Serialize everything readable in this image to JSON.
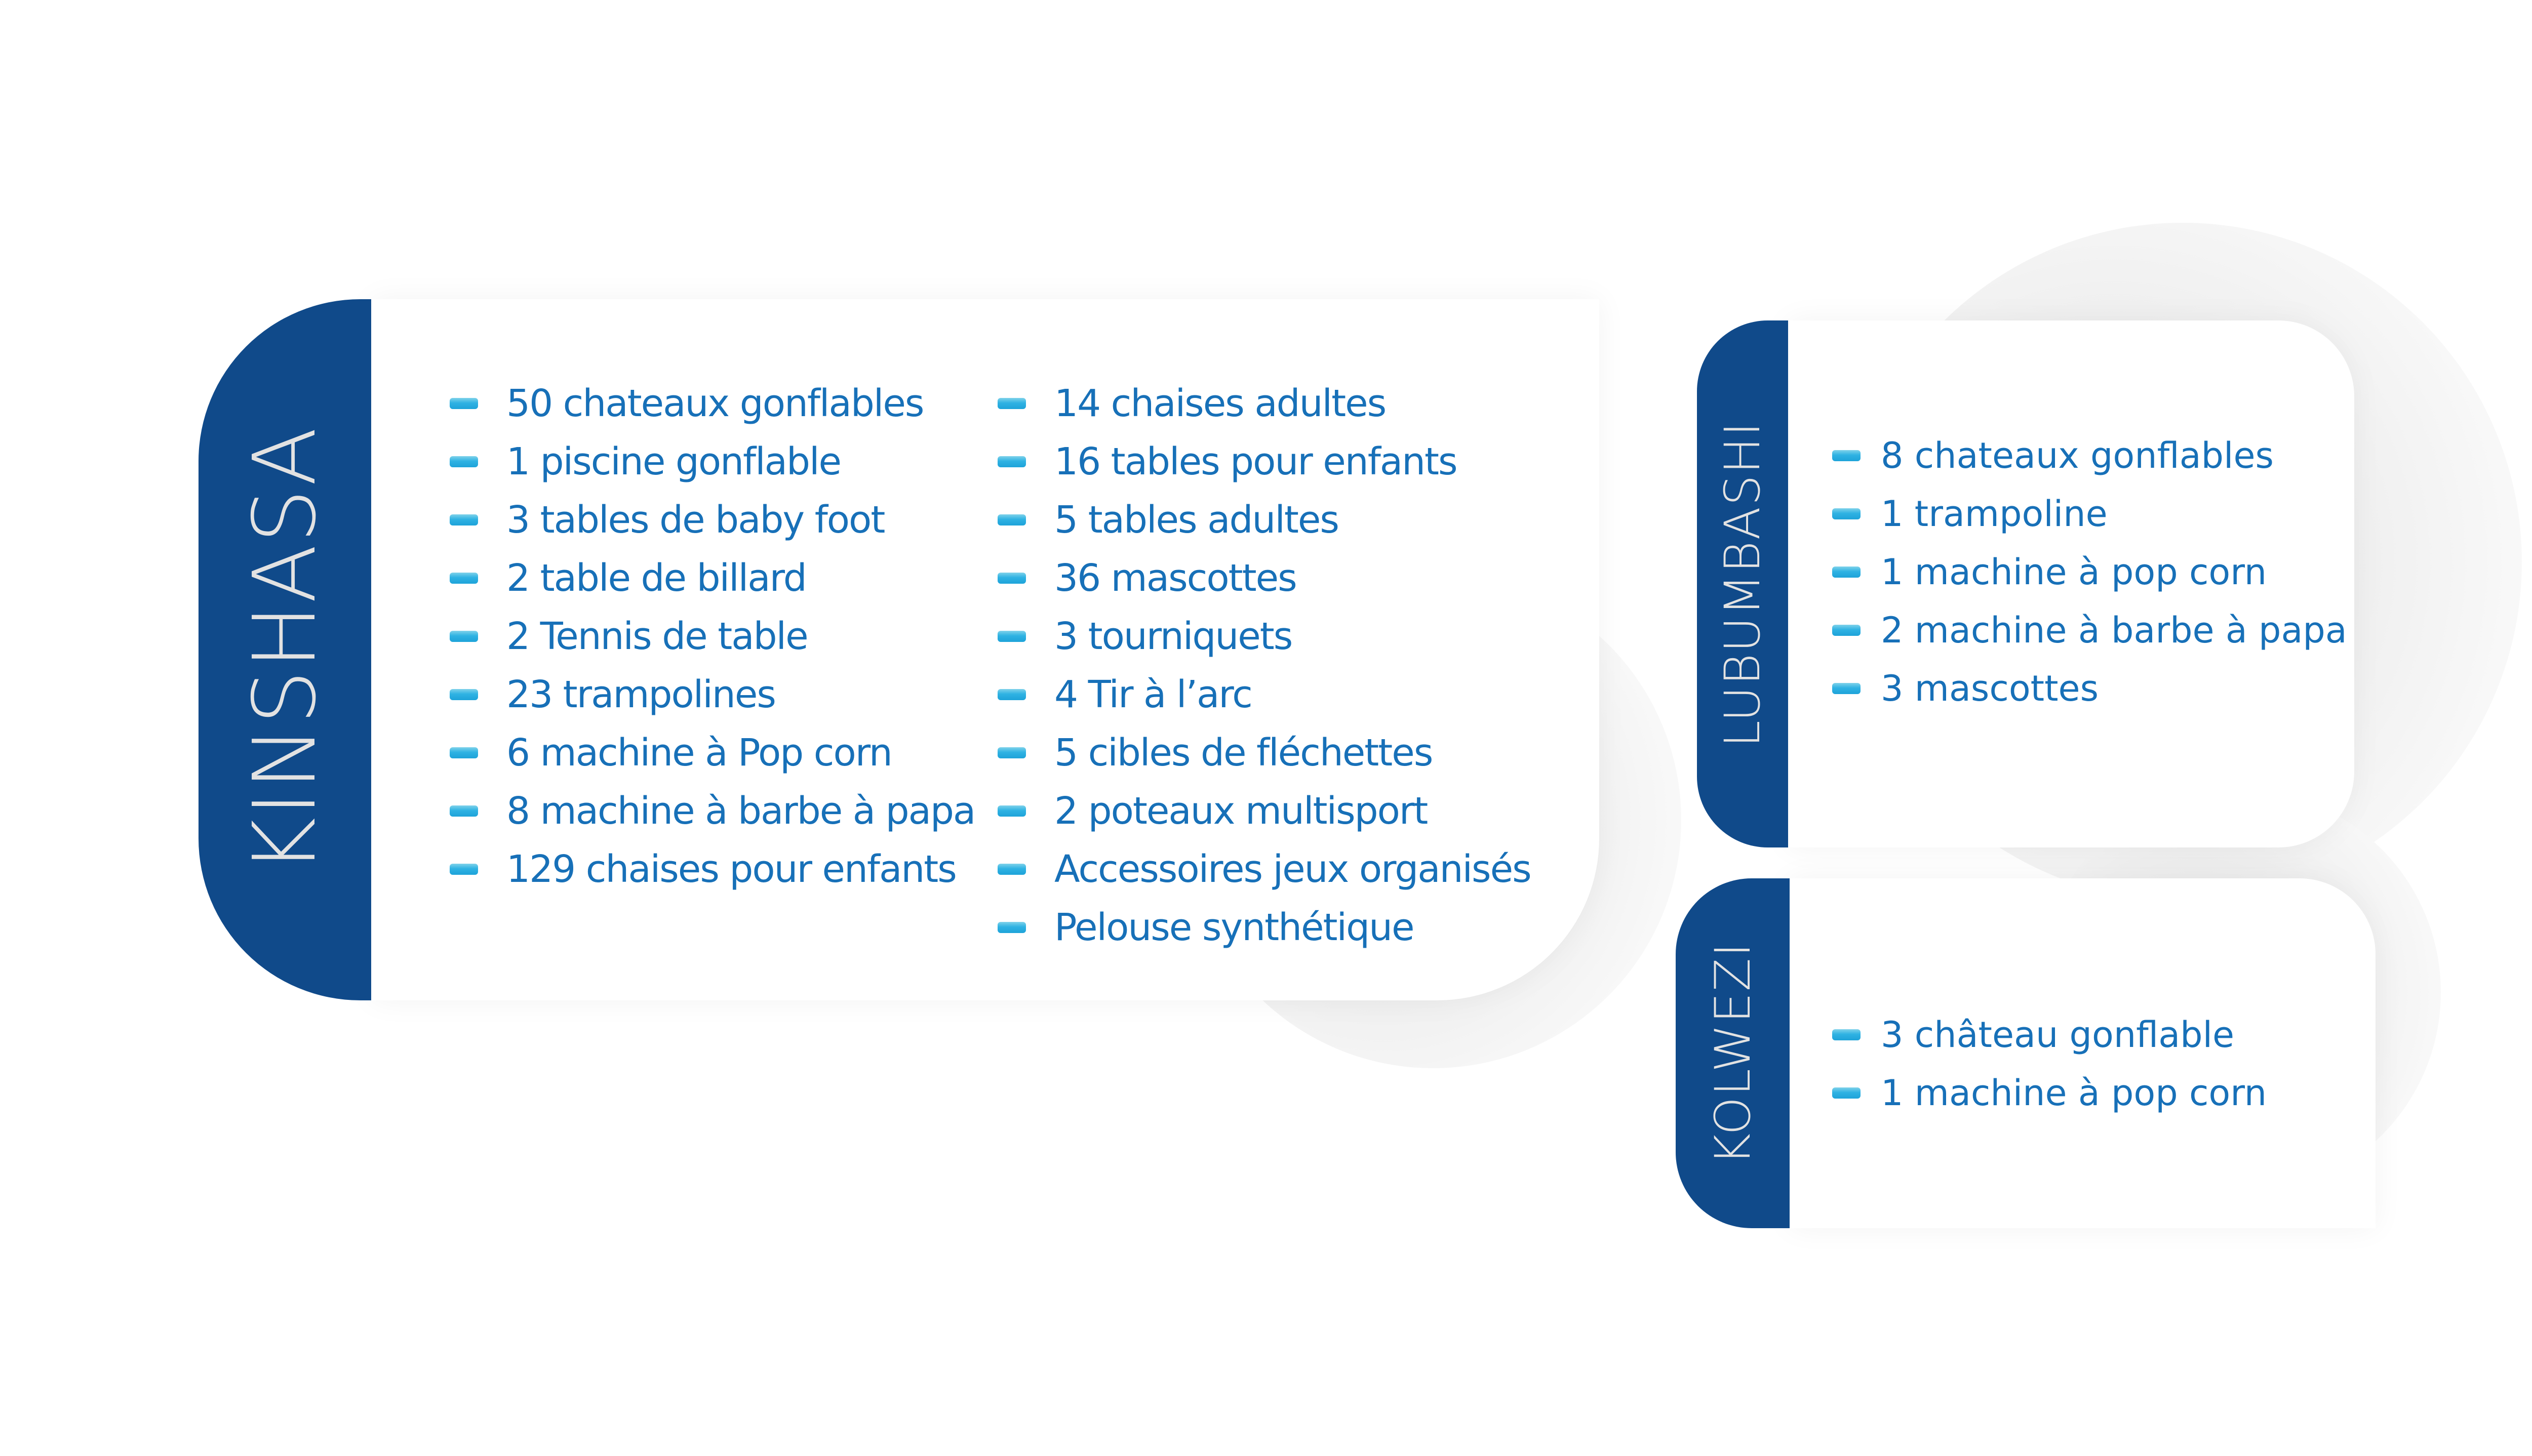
{
  "colors": {
    "tab": "#104a8a",
    "text": "#1770b8",
    "bullet": "#2fb2e3",
    "label": "#e2e2e2"
  },
  "kinshasa": {
    "label": "KINSHASA",
    "col1": [
      "50 chateaux gonflables",
      "1 piscine gonflable",
      "3 tables de baby foot",
      "2 table de billard",
      "2 Tennis de table",
      "23 trampolines",
      "6 machine à Pop corn",
      "8 machine à barbe à papa",
      "129 chaises pour enfants"
    ],
    "col2": [
      "14 chaises adultes",
      "16 tables pour enfants",
      "5 tables adultes",
      "36 mascottes",
      "3 tourniquets",
      "4 Tir à l’arc",
      "5 cibles de fléchettes",
      "2 poteaux multisport",
      "Accessoires jeux organisés",
      "Pelouse synthétique"
    ]
  },
  "lubumbashi": {
    "label": "LUBUMBASHI",
    "items": [
      "8 chateaux gonflables",
      "1 trampoline",
      "1 machine à pop corn",
      "2 machine à barbe à papa",
      "3 mascottes"
    ]
  },
  "kolwezi": {
    "label": "KOLWEZI",
    "items": [
      "3 château gonflable",
      "1 machine à pop corn"
    ]
  }
}
